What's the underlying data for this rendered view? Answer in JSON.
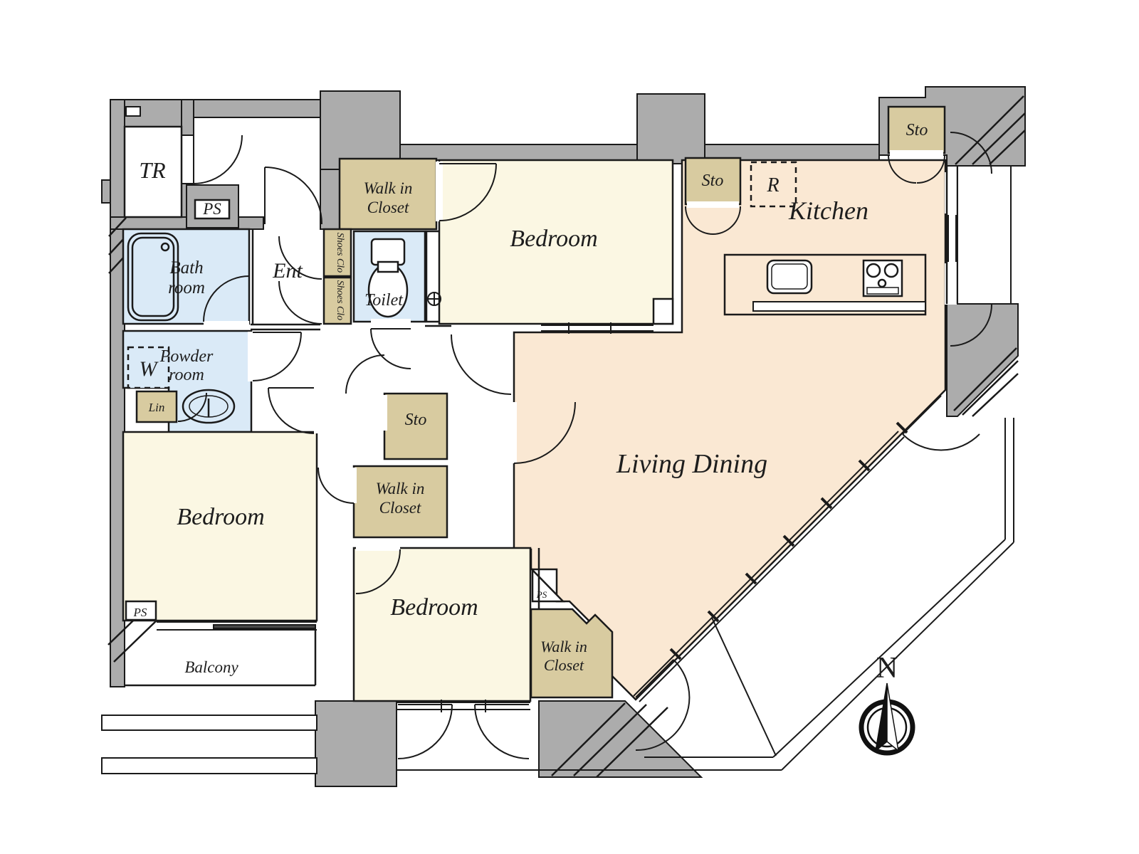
{
  "plan": {
    "type": "apartment-floor-plan",
    "colors": {
      "wall_gray": "#ACACAC",
      "bedroom_cream": "#FBF7E3",
      "living_peach": "#FAE8D3",
      "wet_blue": "#DAEAF7",
      "closet_tan": "#D8CBA0",
      "line": "#1a1a1a"
    },
    "labels": {
      "tr": "TR",
      "ps": "PS",
      "bath1": "Bath",
      "bath2": "room",
      "powder1": "Powder",
      "powder2": "room",
      "w": "W",
      "lin": "Lin",
      "ent": "Ent",
      "shoes": "Shoes Clo",
      "wic1": "Walk in",
      "wic2": "Closet",
      "toilet": "Toilet",
      "bedroom": "Bedroom",
      "sto": "Sto",
      "r": "R",
      "kitchen": "Kitchen",
      "living": "Living Dining",
      "balcony": "Balcony",
      "north": "N"
    }
  }
}
